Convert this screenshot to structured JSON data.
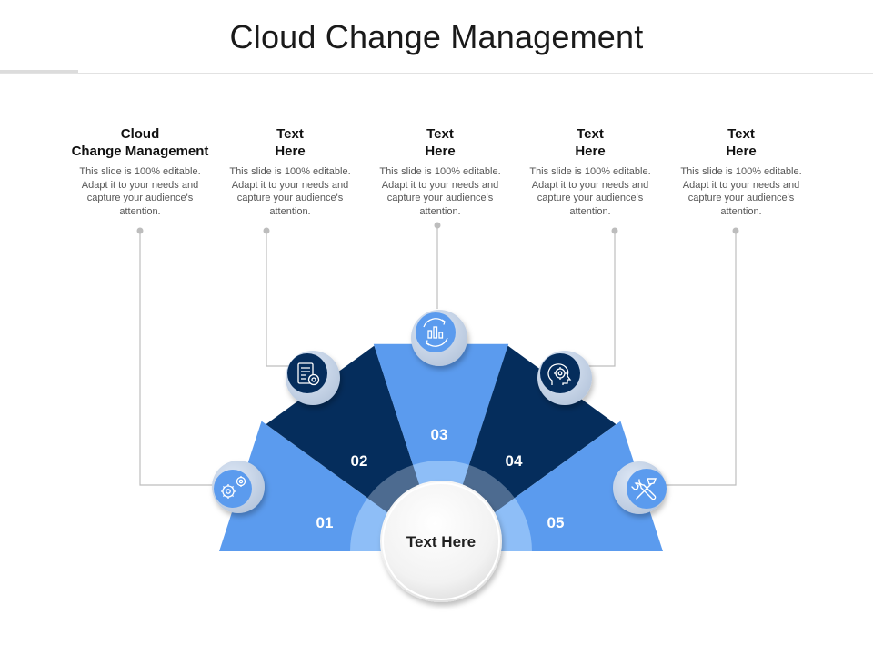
{
  "slide": {
    "title": "Cloud Change Management"
  },
  "columns": [
    {
      "heading": "Cloud\nChange Management",
      "body": "This slide is 100% editable. Adapt it to your needs and capture your audience's attention."
    },
    {
      "heading": "Text\nHere",
      "body": "This slide is 100% editable. Adapt it to your needs and capture your audience's attention."
    },
    {
      "heading": "Text\nHere",
      "body": "This slide is 100% editable. Adapt it to your needs and capture your audience's attention."
    },
    {
      "heading": "Text\nHere",
      "body": "This slide is 100% editable. Adapt it to your needs and capture your audience's attention."
    },
    {
      "heading": "Text\nHere",
      "body": "This slide is 100% editable. Adapt it to your needs and capture your audience's attention."
    }
  ],
  "segments": [
    {
      "number": "01",
      "icon": "gears-icon",
      "color": "#5B9BEE"
    },
    {
      "number": "02",
      "icon": "server-settings-icon",
      "color": "#052D5C"
    },
    {
      "number": "03",
      "icon": "cycle-chart-icon",
      "color": "#5B9BEE"
    },
    {
      "number": "04",
      "icon": "head-gear-icon",
      "color": "#052D5C"
    },
    {
      "number": "05",
      "icon": "tools-icon",
      "color": "#5B9BEE"
    }
  ],
  "center": {
    "label": "Text Here"
  },
  "colors": {
    "light_blue": "#5B9BEE",
    "dark_navy": "#052D5C",
    "inner_light": "#8EBEF7",
    "inner_dark": "#4D6B90",
    "connector": "#bdbdbd"
  }
}
